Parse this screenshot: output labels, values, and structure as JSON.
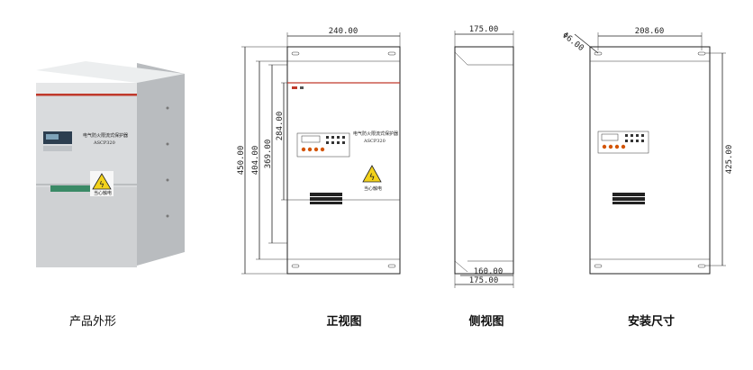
{
  "captions": {
    "photo": "产品外形",
    "front": "正视图",
    "side": "侧视图",
    "mount": "安装尺寸"
  },
  "front_view": {
    "width_dim": "240.00",
    "height_total": "450.00",
    "height_2": "404.00",
    "height_3": "369.00",
    "height_4": "284.00",
    "panel_title": "电气防火限流式保护器",
    "panel_model": "ASCP320",
    "warning_text": "当心触电"
  },
  "side_view": {
    "top_dim": "175.00",
    "bottom_dim_1": "160.00",
    "bottom_dim_2": "175.00"
  },
  "mount_view": {
    "hole_dim": "Φ6.00",
    "hole_spacing": "208.60",
    "vertical_dim": "425.00"
  },
  "photo": {
    "panel_title": "电气防火限流式保护器",
    "panel_model": "ASCP320",
    "warning_text": "当心触电"
  },
  "colors": {
    "accent_stripe": "#c0392b",
    "cabinet_body": "#d9dbdd",
    "warning_yellow": "#f3d21b"
  }
}
